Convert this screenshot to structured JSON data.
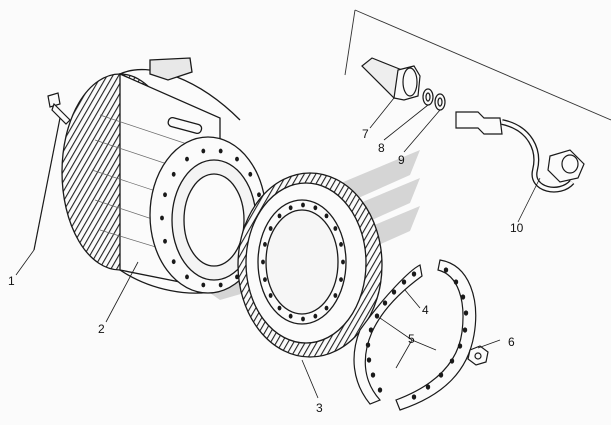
{
  "callouts": {
    "c1": "1",
    "c2": "2",
    "c3": "3",
    "c4": "4",
    "c5": "5",
    "c6": "6",
    "c7": "7",
    "c8": "8",
    "c9": "9",
    "c10": "10"
  },
  "colors": {
    "line": "#1a1a1a",
    "watermark": "#c9c9c9",
    "background": "#fbfbfb"
  }
}
